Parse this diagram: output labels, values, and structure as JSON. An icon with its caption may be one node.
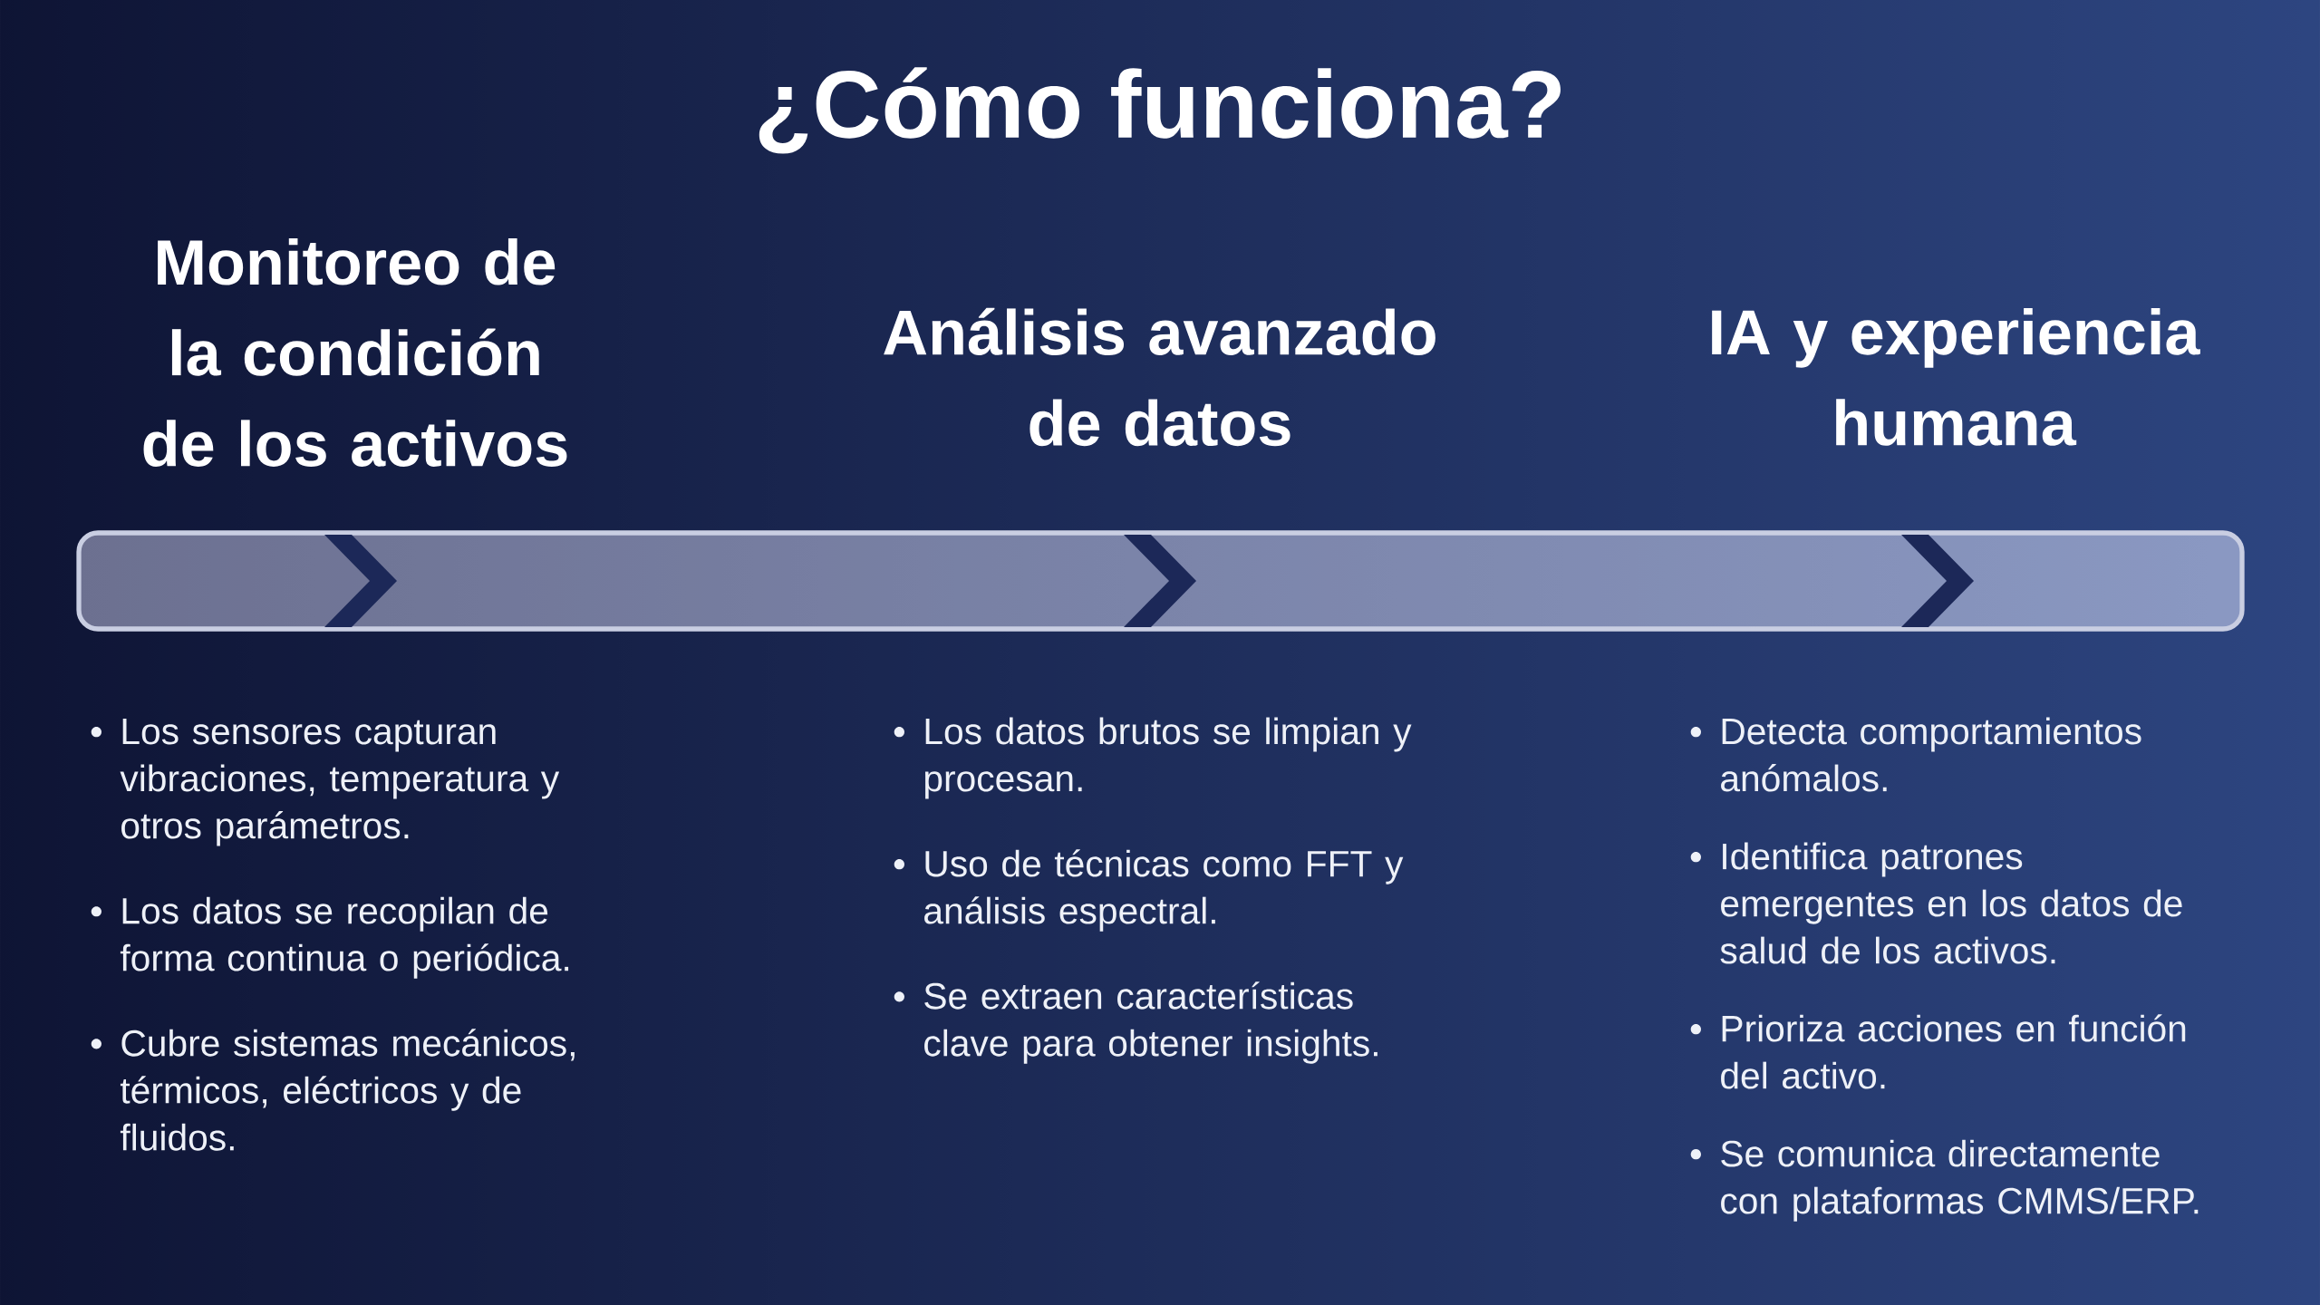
{
  "diagram": {
    "title": "¿Cómo funciona?",
    "nodes": [
      {
        "text": [
          "Monitoreo de la condición de los activos"
        ],
        "beside": [
          "Los sensores capturan vibraciones, temperatura y otros parámetros.",
          "Los datos se recopilan de forma continua o periódica.",
          "Cubre sistemas mecánicos, térmicos, eléctricos y de fluidos."
        ]
      },
      {
        "text": [
          "Análisis avanzado de datos"
        ],
        "beside": [
          "Los datos brutos se limpian y procesan.",
          "Uso de técnicas como FFT y análisis espectral.",
          "Se extraen características clave para obtener insights."
        ]
      },
      {
        "text": [
          "IA y experiencia humana"
        ],
        "beside": [
          "Detecta comportamientos anómalos.",
          "Identifica patrones emergentes en los datos de salud de los activos.",
          "Prioriza acciones en función del activo.",
          "Se comunica directamente con plataformas CMMS/ERP."
        ]
      }
    ]
  }
}
